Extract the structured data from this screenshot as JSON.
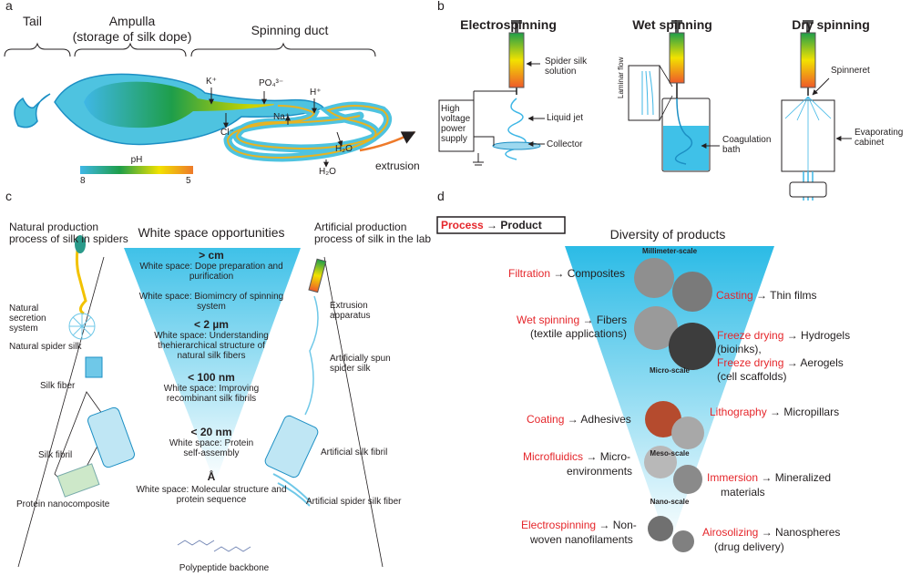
{
  "panels": {
    "a": "a",
    "b": "b",
    "c": "c",
    "d": "d"
  },
  "panel_a": {
    "tail": "Tail",
    "ampulla": "Ampulla",
    "ampulla_sub": "(storage of silk dope)",
    "duct": "Spinning duct",
    "ions": {
      "k": "K⁺",
      "po4": "PO₄³⁻",
      "h": "H⁺",
      "cl": "Cl⁻",
      "na": "Na⁺",
      "h2o_1": "H₂O",
      "h2o_2": "H₂O"
    },
    "extrusion": "extrusion",
    "ph_label": "pH",
    "ph_min": "8",
    "ph_max": "5",
    "colors": {
      "gland_fill": "#4ec3e0",
      "gland_edge": "#1c8fc4",
      "green": "#1e9e4a",
      "yellow": "#f2c200",
      "orange": "#ee7a2a"
    }
  },
  "panel_b": {
    "electro": {
      "title": "Electrospinning",
      "solution": "Spider silk solution",
      "jet": "Liquid jet",
      "power": "High voltage power supply",
      "collector": "Collector"
    },
    "wet": {
      "title": "Wet spinning",
      "laminar": "Laminar flow",
      "bath": "Coagulation bath"
    },
    "dry": {
      "title": "Dry spinning",
      "spinneret": "Spinneret",
      "cabinet": "Evaporating cabinet"
    }
  },
  "panel_c": {
    "title": "White space opportunities",
    "left_title": "Natural production process of silk in spiders",
    "right_title": "Artificial production process of silk in the lab",
    "scales": [
      {
        "scale": "> cm",
        "text": "White space: Dope preparation and purification"
      },
      {
        "scale": "",
        "text": "White space: Biomimcry of spinning system"
      },
      {
        "scale": "< 2 µm",
        "text": "White space: Understanding thehierarchical structure of natural silk fibers"
      },
      {
        "scale": "< 100 nm",
        "text": "White space: Improving recombinant silk fibrils"
      },
      {
        "scale": "< 20 nm",
        "text": "White space: Protein self-assembly"
      },
      {
        "scale": "Å",
        "text": "White space: Molecular structure and protein sequence"
      }
    ],
    "left_labels": [
      "Natural secretion system",
      "Natural spider silk",
      "Silk fiber",
      "Silk fibril",
      "Protein nanocomposite"
    ],
    "right_labels": [
      "Extrusion apparatus",
      "Artificially spun spider silk",
      "Artificial silk fibril",
      "Artificial spider silk fiber"
    ],
    "bottom": "Polypeptide backbone"
  },
  "panel_d": {
    "legend_process": "Process",
    "legend_arrow": "→",
    "legend_product": "Product",
    "title": "Diversity of products",
    "scale_labels": [
      "Millimeter-scale",
      "Micro-scale",
      "Meso-scale",
      "Nano-scale"
    ],
    "items": [
      {
        "process": "Filtration",
        "product": "Composites"
      },
      {
        "process": "Casting",
        "product": "Thin films"
      },
      {
        "process": "Wet spinning",
        "product": "Fibers",
        "extra": "(textile applications)"
      },
      {
        "process": "Freeze drying",
        "product": "Hydrogels",
        "extra": "(bioinks),"
      },
      {
        "process": "Freeze drying",
        "product": "Aerogels",
        "extra": "(cell scaffolds)"
      },
      {
        "process": "Coating",
        "product": "Adhesives"
      },
      {
        "process": "Lithography",
        "product": "Micropillars"
      },
      {
        "process": "Microfluidics",
        "product": "Micro-",
        "extra": "environments"
      },
      {
        "process": "Immersion",
        "product": "Mineralized",
        "extra": "materials"
      },
      {
        "process": "Electrospinning",
        "product": "Non-",
        "extra": "woven nanofilaments"
      },
      {
        "process": "Airosolizing",
        "product": "Nanospheres",
        "extra": "(drug delivery)"
      }
    ]
  }
}
